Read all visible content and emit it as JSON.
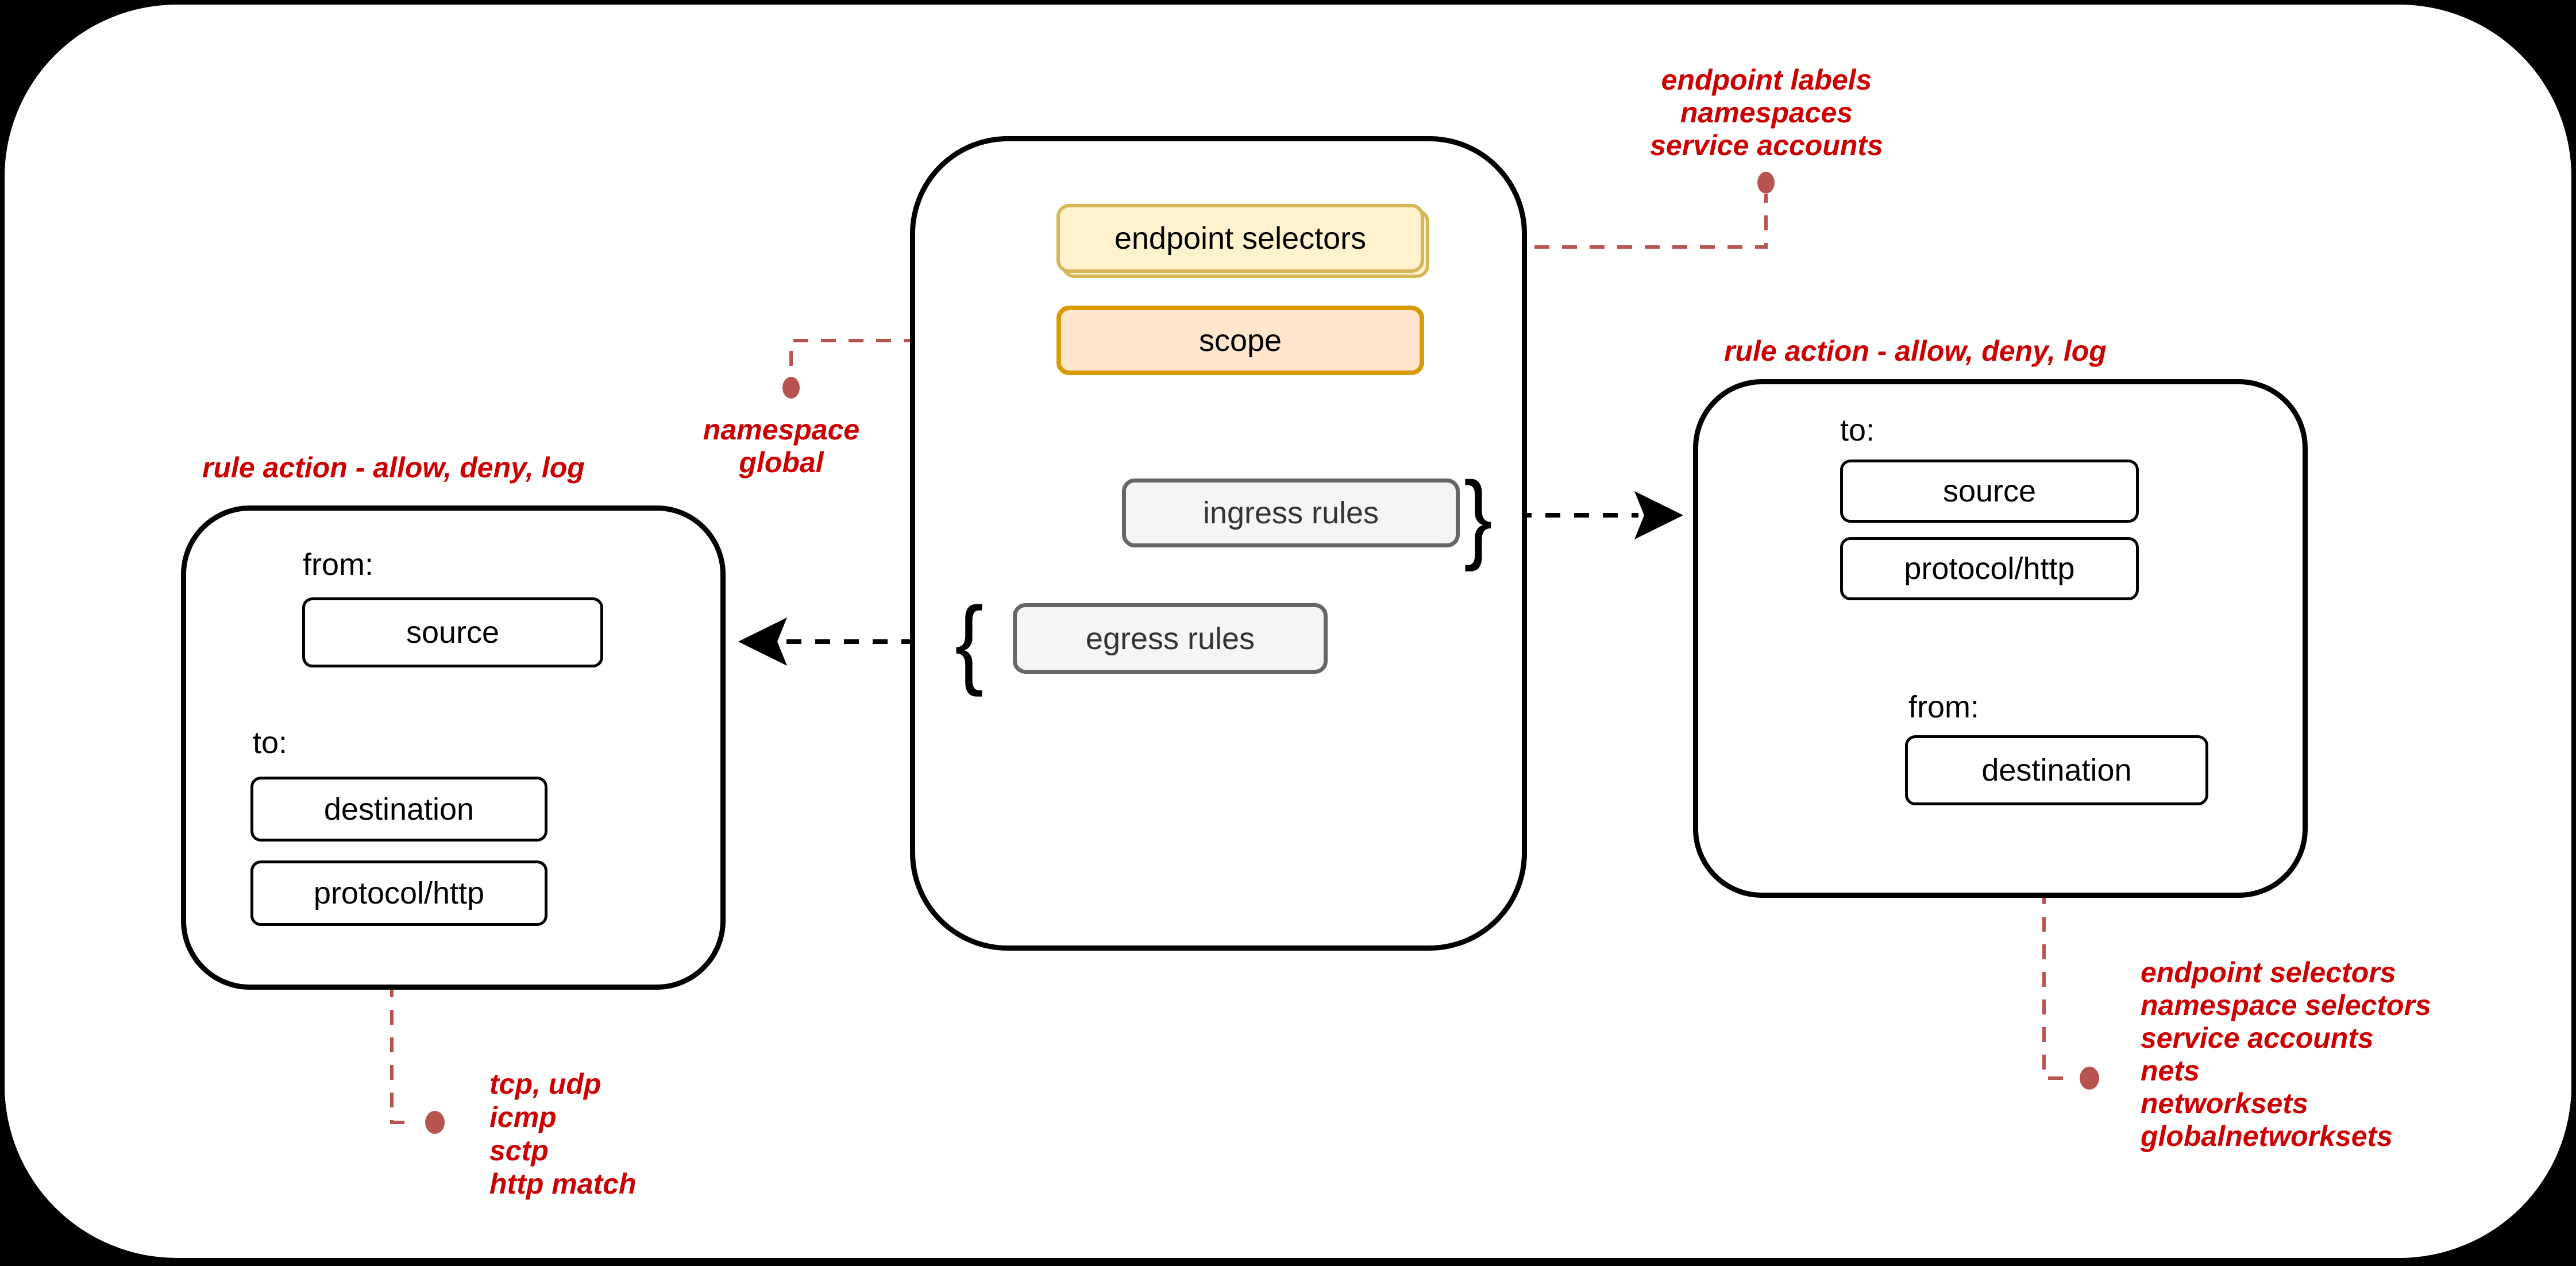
{
  "colors": {
    "red_text": "#CC0000",
    "connector_red": "#B85450",
    "yellow_fill": "#FFF2CC",
    "yellow_border": "#D6B656",
    "orange_fill": "#FFE6CC",
    "orange_border": "#D79B00",
    "gray_fill": "#F5F5F5",
    "gray_border": "#666666"
  },
  "policy": {
    "endpoint_selectors": "endpoint selectors",
    "scope": "scope",
    "ingress_rules": "ingress rules",
    "egress_rules": "egress rules"
  },
  "egress_detail": {
    "from_label": "from:",
    "source": "source",
    "to_label": "to:",
    "destination": "destination",
    "protocol": "protocol/http"
  },
  "ingress_detail": {
    "to_label": "to:",
    "source": "source",
    "protocol": "protocol/http",
    "from_label": "from:",
    "destination": "destination"
  },
  "annotations": {
    "top_right": {
      "lines": [
        "endpoint labels",
        "namespaces",
        "service accounts"
      ]
    },
    "scope_note": {
      "lines": [
        "namespace",
        "global"
      ]
    },
    "left_rule_action": "rule action - allow, deny, log",
    "right_rule_action": "rule action - allow, deny, log",
    "protocol_note": {
      "lines": [
        "tcp, udp",
        "icmp",
        "sctp",
        "http match"
      ]
    },
    "destination_note": {
      "lines": [
        "endpoint selectors",
        "namespace selectors",
        "service accounts",
        "nets",
        "networksets",
        "globalnetworksets"
      ]
    }
  },
  "braces": {
    "open": "{",
    "close": "}"
  }
}
